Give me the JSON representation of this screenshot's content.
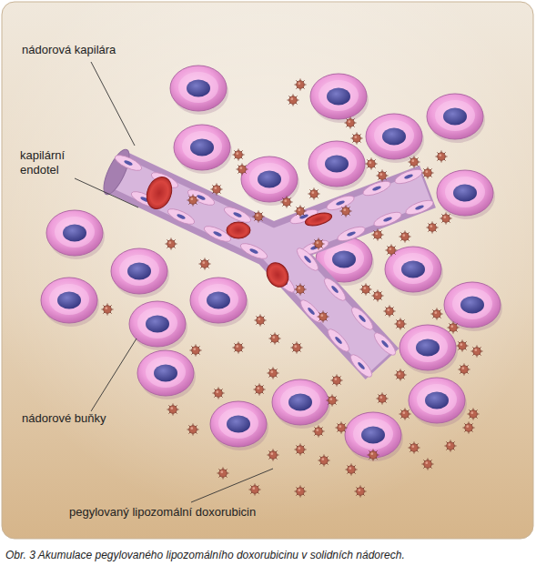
{
  "diagram": {
    "caption": "Obr. 3 Akumulace pegylovaného lipozomálního doxorubicinu v solidních nádorech.",
    "labels": [
      "nádorová kapilára",
      "kapilární endotel",
      "nádorové buňky",
      "pegylovaný lipozomální doxorubicin"
    ]
  }
}
